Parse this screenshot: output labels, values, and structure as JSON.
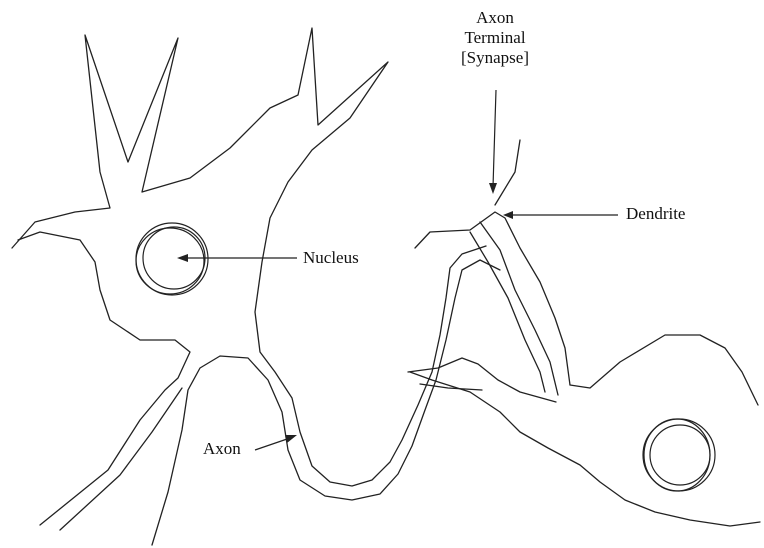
{
  "labels": {
    "axon_terminal": [
      "Axon",
      "Terminal",
      "[Synapse]"
    ],
    "dendrite": "Dendrite",
    "nucleus": "Nucleus",
    "axon": "Axon"
  },
  "colors": {
    "line": "#222222",
    "background": "#ffffff"
  }
}
